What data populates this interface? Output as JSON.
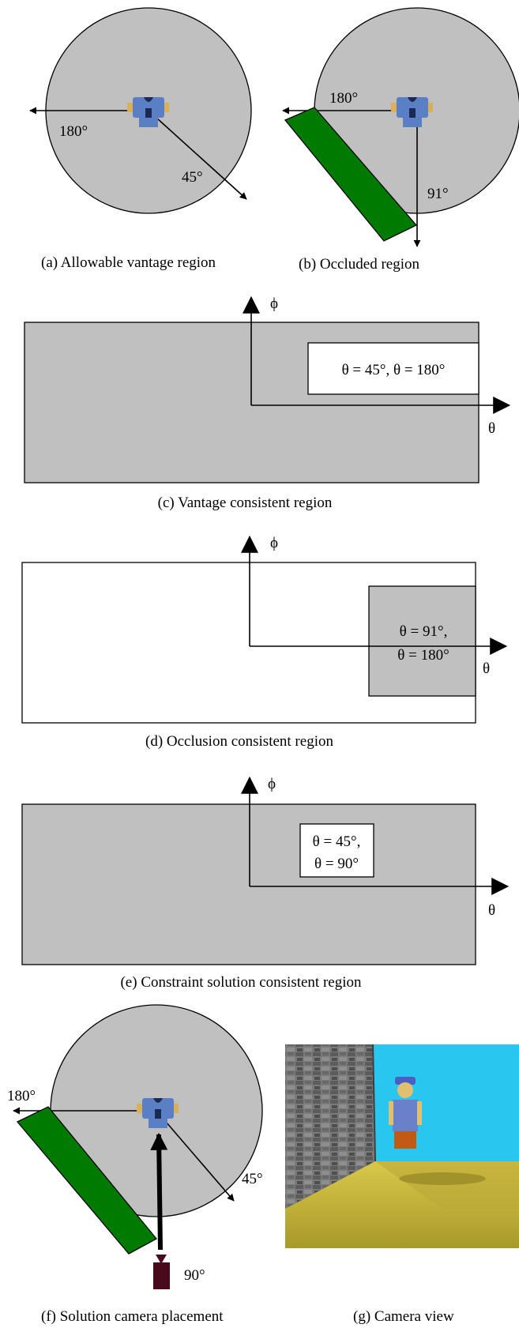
{
  "panel_a": {
    "caption": "(a) Allowable vantage region",
    "angle_180": "180°",
    "angle_45": "45°"
  },
  "panel_b": {
    "caption": "(b) Occluded region",
    "angle_180": "180°",
    "angle_91": "91°"
  },
  "panel_c": {
    "caption": "(c) Vantage consistent region",
    "axis_phi": "ϕ",
    "axis_theta": "θ",
    "box_line1": "θ = 45°,  θ = 180°"
  },
  "panel_d": {
    "caption": "(d) Occlusion consistent region",
    "axis_phi": "ϕ",
    "axis_theta": "θ",
    "box_line1": "θ = 91°,",
    "box_line2": "θ = 180°"
  },
  "panel_e": {
    "caption": "(e) Constraint solution consistent region",
    "axis_phi": "ϕ",
    "axis_theta": "θ",
    "box_line1": "θ = 45°,",
    "box_line2": "θ = 90°"
  },
  "panel_f": {
    "caption": "(f) Solution camera placement",
    "angle_180": "180°",
    "angle_45": "45°",
    "angle_90": "90°"
  },
  "panel_g": {
    "caption": "(g) Camera view"
  },
  "colors": {
    "region_gray": "#c0c0c0",
    "occluder_green": "#007a00",
    "figure_blue": "#5b7fc4",
    "camera_maroon": "#4a0a1e",
    "sky_blue": "#29c6f0",
    "ground_yellow": "#c8b83a",
    "wall_gray": "#6e6e6e"
  }
}
